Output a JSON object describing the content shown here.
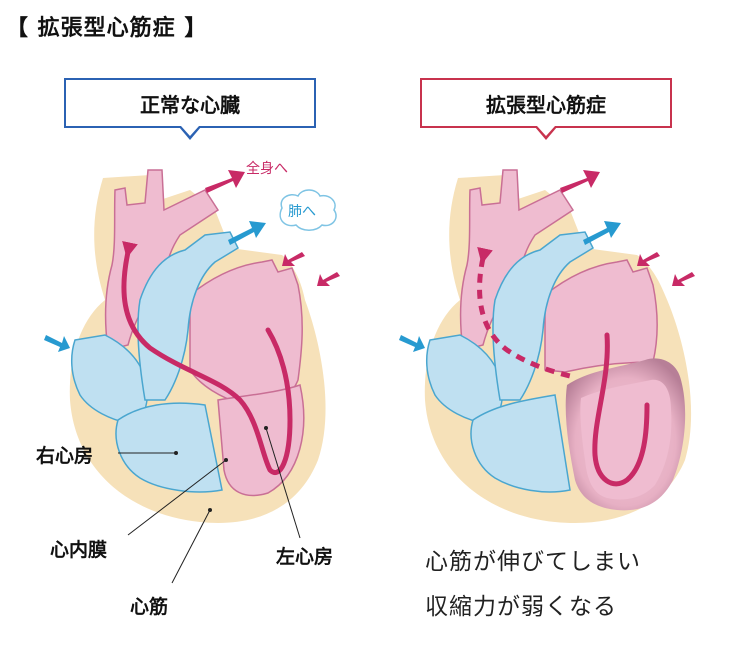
{
  "title": "【 拡張型心筋症 】",
  "normal_panel": {
    "heading": "正常な心臓",
    "to_body": "全身へ",
    "to_lungs": "肺へ",
    "labels": {
      "right_atrium": "右心房",
      "endocardium": "心内膜",
      "myocardium": "心筋",
      "left_atrium": "左心房"
    }
  },
  "dcm_panel": {
    "heading": "拡張型心筋症",
    "note_line1": "心筋が伸びてしまい",
    "note_line2": "収縮力が弱くなる"
  },
  "colors": {
    "myocardium": "#f6e1b9",
    "right_side": "#bfe0f1",
    "right_outline": "#4aa6cf",
    "left_side": "#efbcd0",
    "left_outline": "#c96f95",
    "blood_arrow": "#c82a66",
    "lung_arrow": "#279ad0",
    "blue_frame": "#2b62b3",
    "red_frame": "#c8334e",
    "dilated_wall": "#b77f97"
  }
}
